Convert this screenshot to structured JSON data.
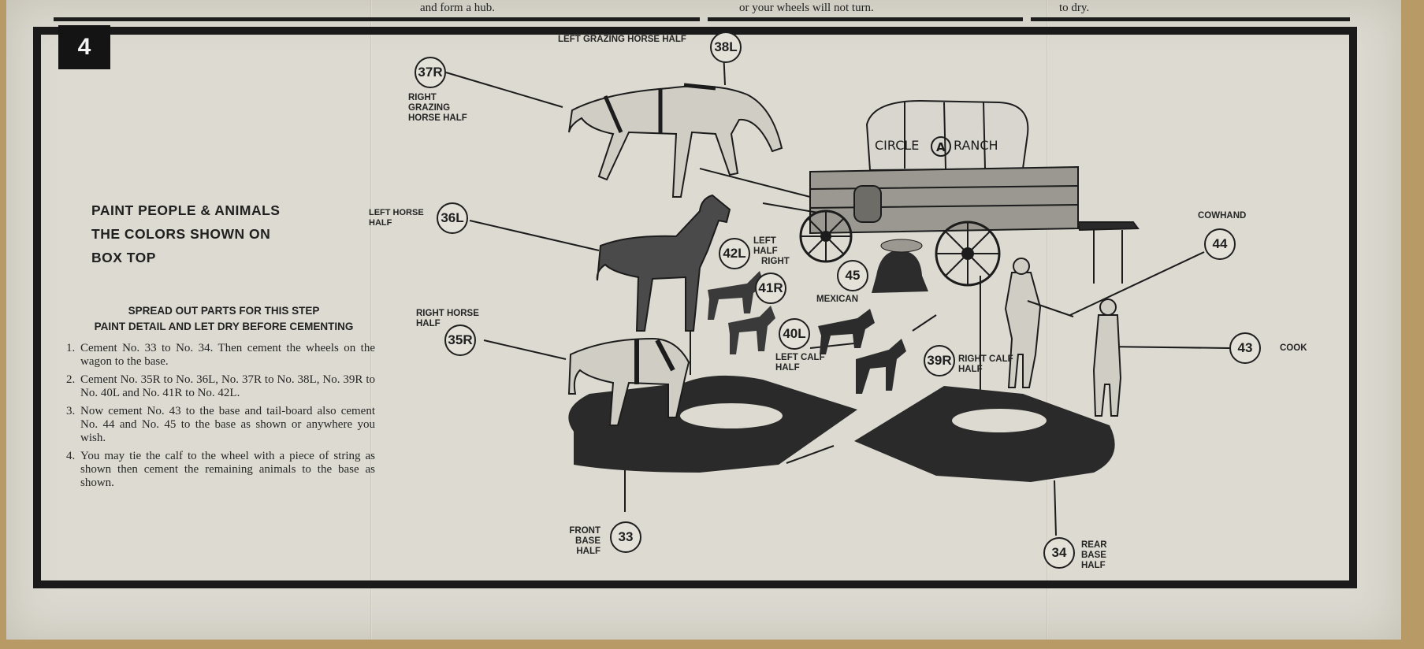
{
  "top_strip": {
    "left": "and form a hub.",
    "middle": "or your wheels will not turn.",
    "right": "to dry."
  },
  "step_number": "4",
  "paint_title": [
    "PAINT PEOPLE & ANIMALS",
    "THE COLORS SHOWN ON",
    "BOX TOP"
  ],
  "spread_title": [
    "SPREAD OUT PARTS FOR THIS STEP",
    "PAINT DETAIL AND LET DRY BEFORE CEMENTING"
  ],
  "steps": [
    {
      "num": "1.",
      "text": "Cement No. 33 to No. 34. Then cement the wheels on the wagon to the base."
    },
    {
      "num": "2.",
      "text": "Cement No. 35R to No. 36L, No. 37R to No. 38L, No. 39R to No. 40L and No. 41R to No. 42L."
    },
    {
      "num": "3.",
      "text": "Now cement No. 43 to the base and tail-board also cement No. 44 and No. 45 to the base as shown or anywhere you wish."
    },
    {
      "num": "4.",
      "text": "You may tie the calf to the wheel with a piece of string as shown then cement the remaining animals to the base as shown."
    }
  ],
  "wagon_text": {
    "brand": "CIRCLE",
    "brand_mark": "A",
    "brand_suffix": "RANCH"
  },
  "callouts": {
    "c38L": {
      "number": "38L",
      "label": "LEFT GRAZING HORSE HALF"
    },
    "c37R": {
      "number": "37R",
      "label": "RIGHT GRAZING HORSE HALF"
    },
    "c36L": {
      "number": "36L",
      "label": "LEFT HORSE HALF"
    },
    "c42L": {
      "number": "42L",
      "label": "LEFT HALF"
    },
    "c41R": {
      "number": "41R",
      "label": "RIGHT"
    },
    "c45": {
      "number": "45",
      "label": "MEXICAN"
    },
    "c35R": {
      "number": "35R",
      "label": "RIGHT HORSE HALF"
    },
    "c40L": {
      "number": "40L",
      "label": "LEFT CALF HALF"
    },
    "c39R": {
      "number": "39R",
      "label": "RIGHT CALF HALF"
    },
    "c44": {
      "number": "44",
      "label": "COWHAND"
    },
    "c43": {
      "number": "43",
      "label": "COOK"
    },
    "c33": {
      "number": "33",
      "label": "FRONT BASE HALF"
    },
    "c34": {
      "number": "34",
      "label": "REAR BASE HALF"
    }
  },
  "colors": {
    "paper": "#dcdad1",
    "ink": "#1a1a1a",
    "table_wood": "#b89a66"
  }
}
